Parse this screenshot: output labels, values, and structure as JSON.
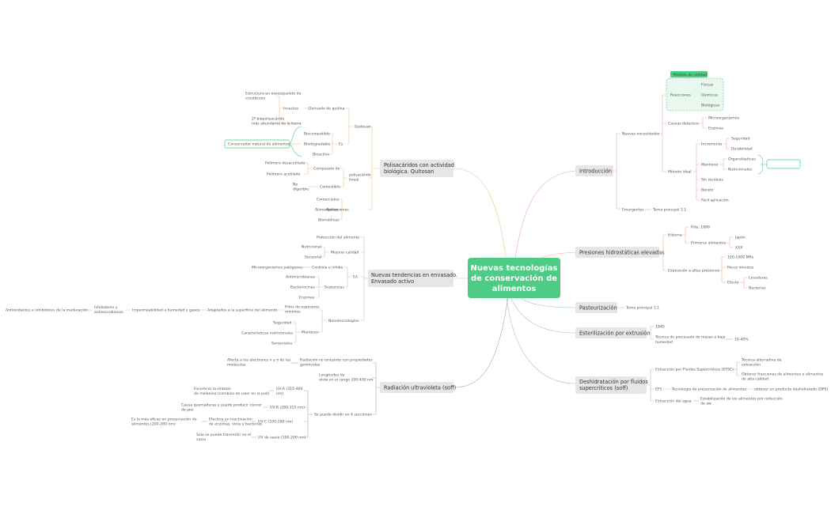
{
  "central": {
    "lines": [
      "Nuevas tecnologías",
      "de conservación de",
      "alimentos"
    ]
  },
  "colors": {
    "central": "#4ecb84",
    "branch_box": "#e6e6e6",
    "accent": "#4ecb84"
  },
  "right": {
    "introduccion": {
      "label": "Introducción",
      "nuevas_necesidades": "Nuevas necesidades",
      "perdida_calidad": "Pérdida de calidad",
      "reacciones": "Reacciones",
      "fisicas": "Físicas",
      "quimicas": "Químicas",
      "biologicas": "Biológicas",
      "causas_deterioro": "Causas deterioro",
      "microorganismos": "Microorganismos",
      "enzimas": "Enzimas",
      "metodo_ideal": "Método ideal",
      "incrementa": "Incrementa",
      "seguridad": "Seguridad",
      "durabilidad": "Durabilidad",
      "mantiene": "Mantiene",
      "organolepticas": "Organolépticas",
      "nutricionales": "Nutricionales",
      "sin_residuos": "Sin residuos",
      "barato": "Barato",
      "facil_aplicacion": "Fácil aplicación",
      "emergentes": "Emergentes",
      "tema_principal": "Tema principal 1.1"
    },
    "presiones": {
      "label": "Presiones hidrostáticas elevadas",
      "historia": "Historia",
      "hite": "Hite, 1899",
      "primeros_alimentos": "Primeros alimentos",
      "japon": "Japón",
      "xxx": "XXX",
      "exposicion": "Exposición a altas presiones",
      "mpa": "100-1000 MPa",
      "pocos_minutos": "Pocos minutos",
      "efecto": "Efecto",
      "levaduras": "Levaduras",
      "bacterias": "Bacterias"
    },
    "pasteurizacion": {
      "label": "Pasteurización",
      "tema": "Tema principal 1.1"
    },
    "esterilizacion": {
      "label": "Esterilización por extrusión",
      "year": "1940",
      "tecnica_1": "Técnica de procesado de masas a baja",
      "tecnica_2": "humedad",
      "pct": "10-40%"
    },
    "deshidratacion": {
      "label_1": "Deshidratación por fluidos",
      "label_2": "supercríticos (soff)",
      "extraccion": "Extracción por Fluidos Supercríticos (EFSC)",
      "alternativa_1": "Técnica alternativa de",
      "alternativa_2": "extracción",
      "obtener_1": "Obtener fracciones de alimentos o alimentos",
      "obtener_2": "de alta calidad",
      "efs": "EFS",
      "tecnologia": "Tecnología de preservación de alimentos",
      "producto": "obtener un producto deshidratado (DPS)",
      "agua": "Extracción del agua",
      "estabilizacion_1": "Estabilización de los alimentos por reducción",
      "estabilizacion_2": "de aw"
    }
  },
  "left": {
    "polisacaridos": {
      "label_1": "Polisacáridos con actividad",
      "label_2": "biológica. Quitosan",
      "quitosan": "Quitosan",
      "derivado": "Derivado de quitina",
      "estructura_1": "Estructura en exoesqueleto de",
      "estructura_2": "crustáceos",
      "insectos": "Insectos",
      "biopoli_1": "2º biopolisacárido",
      "biopoli_2": "más abundante de la tierra",
      "es": "Es",
      "biocompatible": "Biocompatible",
      "biodegradable": "Biodegradable",
      "bioactivo": "Bioactivo",
      "conservador": "Conservador natural de alimentos",
      "polisacarido_1": "polisacárido",
      "polisacarido_2": "lineal",
      "compuesto": "Compuesto de",
      "desacetilado": "Polímero desacetilado",
      "acetilado": "Polímero acetilado",
      "comestible": "Comestible",
      "no_1": "No",
      "no_2": "digerible",
      "aplicaciones": "Aplicaciones",
      "comerciales": "Comerciales",
      "alimentarias": "Alimentarias",
      "biomedicas": "Biomédicas"
    },
    "envasado": {
      "label_1": "Nuevas tendencias en envasado.",
      "label_2": "Envasado activo",
      "proteccion": "Protección del alimento",
      "mejorar": "Mejorar calidad",
      "nutricional": "Nutricional",
      "sensorial": "Sensorial",
      "ea": "EA",
      "controla": "Controla e inhibe",
      "patogenos": "Microorganismos patógenos",
      "sustancias": "Sustancias",
      "antimicrobianas": "Antimicrobianas",
      "bacteriocinas": "Bacteriocinas",
      "enzimas": "Enzimas",
      "nanotecnologias": "Nanotecnologías",
      "films_1": "Films de espesores",
      "films_2": "mínimos",
      "adaptados": "Adaptados a la superficie del alimento",
      "impermeabilidad": "Impermeabilidad a humedad y gases",
      "inhibidores_1": "Inhibidores y",
      "inhibidores_2": "antimicrobianos",
      "antioxidantes": "Antioxidantes e inhibidores de la maduración",
      "mantener": "Mantener",
      "seguridad": "Seguridad",
      "caracteristicas": "Características nutricionales",
      "sensoriales": "Sensoriales"
    },
    "radiacion": {
      "label": "Radiación ultravioleta (soff)",
      "no_ionizante_1": "Radiación no ionizante con propiedades",
      "no_ionizante_2": "germicidas",
      "afecta_1": "Afecta a los electrones n y π de las",
      "afecta_2": "moléculas",
      "longitudes_1": "Longitudes de",
      "longitudes_2": "onda en el rango 100-400 nm",
      "divide": "Se puede dividir en 4 secciones",
      "uva_1": "UV-A  (315-400",
      "uva_2": "nm)",
      "favorece_1": "Favorecer la síntesis",
      "favorece_2": "de melanina (cambios de color en la piel)",
      "uvb": "UV-B (280-315 nm)",
      "causa_1": "Causa quemaduras y puede producir cáncer",
      "causa_2": "de piel",
      "uvc": "UV-C (100-280 nm)",
      "efectiva_1": "Efectiva en inactivación",
      "efectiva_2": "de enzimas, virus y bacterias",
      "eficaz_1": "Es la más eficaz en preservación de",
      "eficaz_2": "alimentos (200-280 nm)",
      "vacio": "UV de vacío (100-200 nm)",
      "solo_1": "Solo se puede transmitir en el",
      "solo_2": "vacío"
    }
  }
}
